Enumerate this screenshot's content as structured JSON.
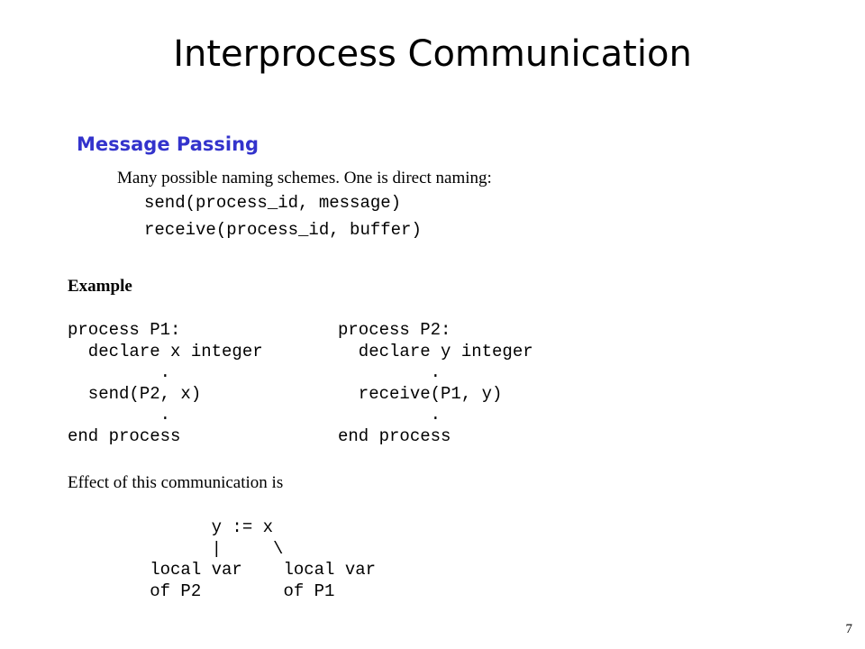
{
  "slide": {
    "title": "Interprocess Communication",
    "section_heading": "Message Passing",
    "intro_text": "Many possible naming schemes. One is direct naming:",
    "code_lines": [
      "send(process_id, message)",
      "receive(process_id, buffer)"
    ],
    "example_label": "Example",
    "process_p1": "process P1:\n  declare x integer\n         .\n  send(P2, x)\n         .\nend process",
    "process_p2": "process P2:\n  declare y integer\n         .\n  receive(P1, y)\n         .\nend process",
    "effect_label": "Effect of this communication is",
    "effect_diagram": "              y := x\n              |     \\\n        local var    local var\n        of P2        of P1",
    "slide_number": "7"
  }
}
